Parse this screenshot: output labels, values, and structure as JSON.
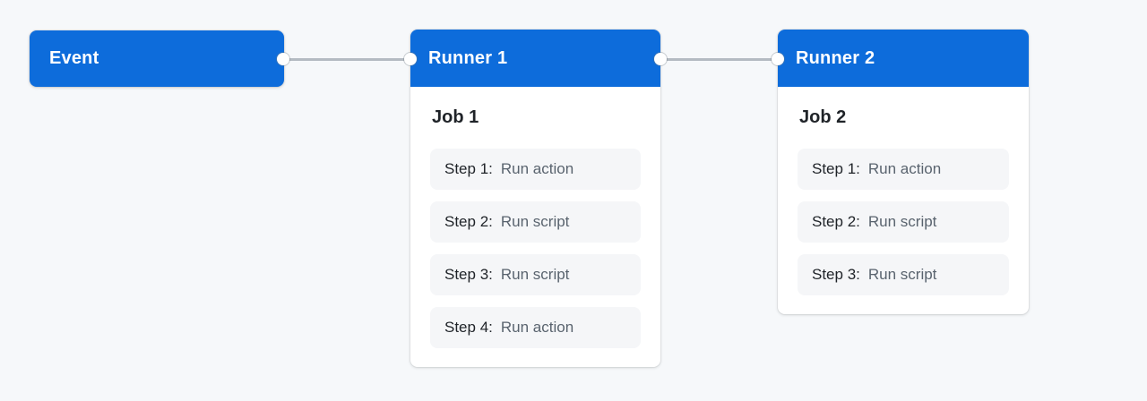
{
  "colors": {
    "accent_blue": "#0d6cdb",
    "canvas_background": "#f6f8fa",
    "card_background": "#ffffff",
    "step_background": "#f5f6f8",
    "connector_gray": "#b4bbc2",
    "text_dark": "#1f2328",
    "text_gray": "#59636e"
  },
  "event": {
    "label": "Event"
  },
  "runners": [
    {
      "title": "Runner 1",
      "job": "Job 1",
      "steps": [
        {
          "label": "Step 1:",
          "value": "Run action"
        },
        {
          "label": "Step 2:",
          "value": "Run script"
        },
        {
          "label": "Step 3:",
          "value": "Run script"
        },
        {
          "label": "Step 4:",
          "value": "Run action"
        }
      ]
    },
    {
      "title": "Runner 2",
      "job": "Job 2",
      "steps": [
        {
          "label": "Step 1:",
          "value": "Run action"
        },
        {
          "label": "Step 2:",
          "value": "Run script"
        },
        {
          "label": "Step 3:",
          "value": "Run script"
        }
      ]
    }
  ]
}
